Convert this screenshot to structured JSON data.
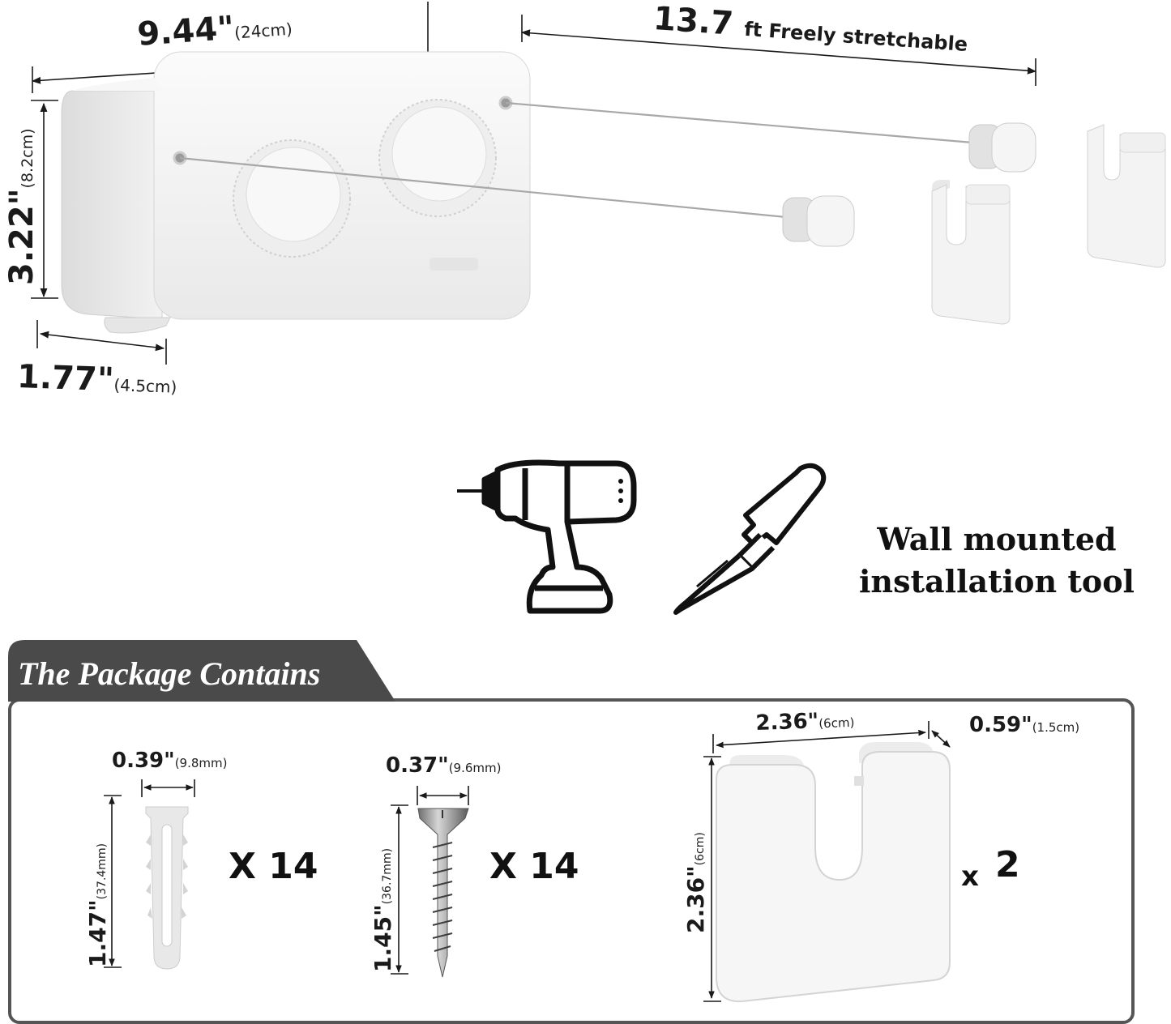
{
  "dimensions": {
    "width_main": "9.44\"",
    "width_main_metric": "(24cm)",
    "stretch_value": "13.7",
    "stretch_label": "ft Freely stretchable",
    "height_main": "3.22\"",
    "height_main_metric": "(8.2cm)",
    "depth_main": "1.77\"",
    "depth_main_metric": "(4.5cm)"
  },
  "tools": {
    "title_line1": "Wall mounted",
    "title_line2": "installation tool",
    "icons": [
      "power-drill-icon",
      "screwdriver-icon"
    ]
  },
  "package": {
    "title": "The Package Contains",
    "anchor": {
      "width": "0.39\"",
      "width_metric": "(9.8mm)",
      "length": "1.47\"",
      "length_metric": "(37.4mm)",
      "quantity": "X  14"
    },
    "screw": {
      "width": "0.37\"",
      "width_metric": "(9.6mm)",
      "length": "1.45\"",
      "length_metric": "(36.7mm)",
      "quantity": "X  14"
    },
    "hook": {
      "width": "2.36\"",
      "width_metric": "(6cm)",
      "depth": "0.59\"",
      "depth_metric": "(1.5cm)",
      "height": "2.36\"",
      "height_metric": "(6cm)",
      "quantity_x": "x",
      "quantity_n": "2"
    }
  },
  "colors": {
    "banner": "#4a4a4a",
    "frame": "#555555",
    "product_white": "#f4f4f4",
    "line": "#222222"
  }
}
